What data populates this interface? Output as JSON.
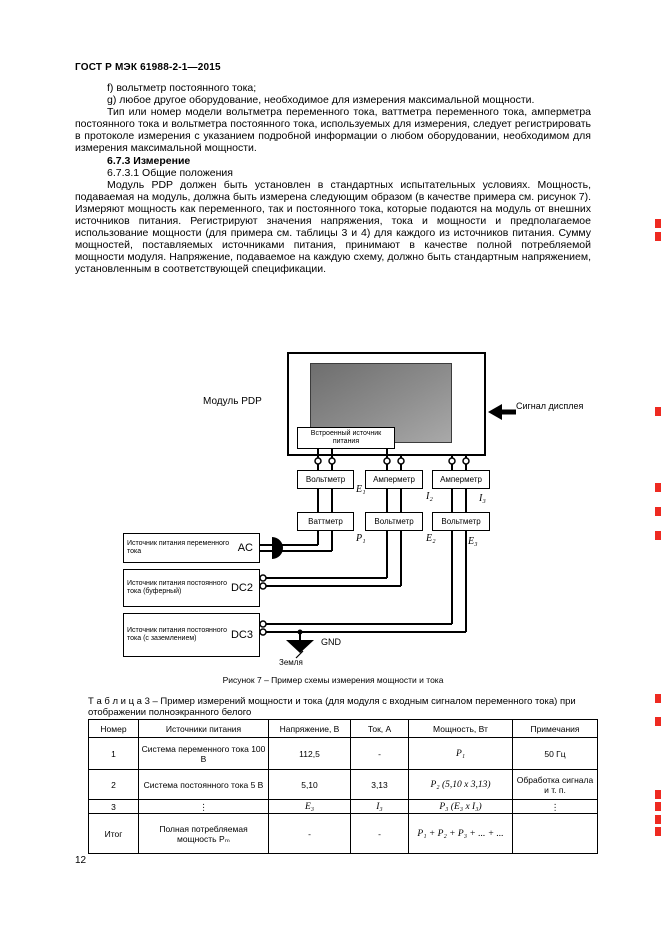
{
  "page": {
    "header": "ГОСТ Р МЭК 61988-2-1—2015",
    "number": "12"
  },
  "paragraphs": {
    "item_f": "f) вольтметр постоянного тока;",
    "item_g": "g) любое другое оборудование, необходимое для измерения максимальной мощности.",
    "p1": "Тип или номер модели вольтметра переменного тока, ваттметра переменного тока, амперметра постоянного тока и вольтметра постоянного тока, используемых для измерения, следует регистрировать в протоколе измерения с указанием подробной информации о любом оборудовании, необходимом для измерения максимальной мощности.",
    "h_673": "6.7.3 Измерение",
    "h_6731": "6.7.3.1 Общие положения",
    "p2": "Модуль PDP должен быть установлен в стандартных испытательных условиях. Мощность, подаваемая на модуль, должна быть измерена следующим образом (в качестве примера см. рисунок 7). Измеряют мощность как переменного, так и постоянного тока, которые подаются на модуль от внешних источников питания. Регистрируют значения напряжения, тока и мощности и предполагаемое использование мощности (для примера см. таблицы 3 и 4) для каждого из источников питания. Сумму мощностей, поставляемых источниками питания, принимают в качестве полной потребляемой мощности модуля. Напряжение, подаваемое на каждую схему, должно быть стандартным напряжением, установленным в соответствующей спецификации."
  },
  "diagram": {
    "module_label": "Модуль PDP",
    "display_signal": "Сигнал дисплея",
    "builtin_supply": "Встроенный источник питания",
    "voltmeter": "Вольтметр",
    "ammeter": "Амперметр",
    "wattmeter": "Ваттметр",
    "e1": "E₁",
    "e2": "E₂",
    "e3": "E₃",
    "i2": "I₂",
    "i3": "I₃",
    "p1": "P₁",
    "src_ac_label": "Источник питания переменного тока",
    "src_ac_tag": "AC",
    "src_dc2_label": "Источник питания постоянного тока (буферный)",
    "src_dc2_tag": "DC2",
    "src_dc3_label": "Источник питания постоянного тока (с заземлением)",
    "src_dc3_tag": "DC3",
    "gnd": "GND",
    "earth": "Земля",
    "caption": "Рисунок 7 – Пример схемы измерения мощности и тока"
  },
  "table": {
    "title": "Т а б л и ц а  3 – Пример измерений мощности и тока (для модуля с входным сигналом переменного тока) при отображении полноэкранного белого",
    "headers": [
      "Номер",
      "Источники питания",
      "Напряжение, В",
      "Ток, А",
      "Мощность, Вт",
      "Примечания"
    ],
    "rows": [
      [
        "1",
        "Система переменного тока 100 В",
        "112,5",
        "-",
        "P₁",
        "50 Гц"
      ],
      [
        "2",
        "Система постоянного тока 5 В",
        "5,10",
        "3,13",
        "P₂ (5,10 x 3,13)",
        "Обработка сигнала и т. п."
      ],
      [
        "3",
        "⋮",
        "E₃",
        "I₃",
        "P₃ (E₃ x I₃)",
        "⋮"
      ],
      [
        "Итог",
        "Полная потребляемая мощность Pₘ",
        "-",
        "-",
        "P₁ + P₂ + P₃ + ... + ...",
        ""
      ]
    ]
  }
}
